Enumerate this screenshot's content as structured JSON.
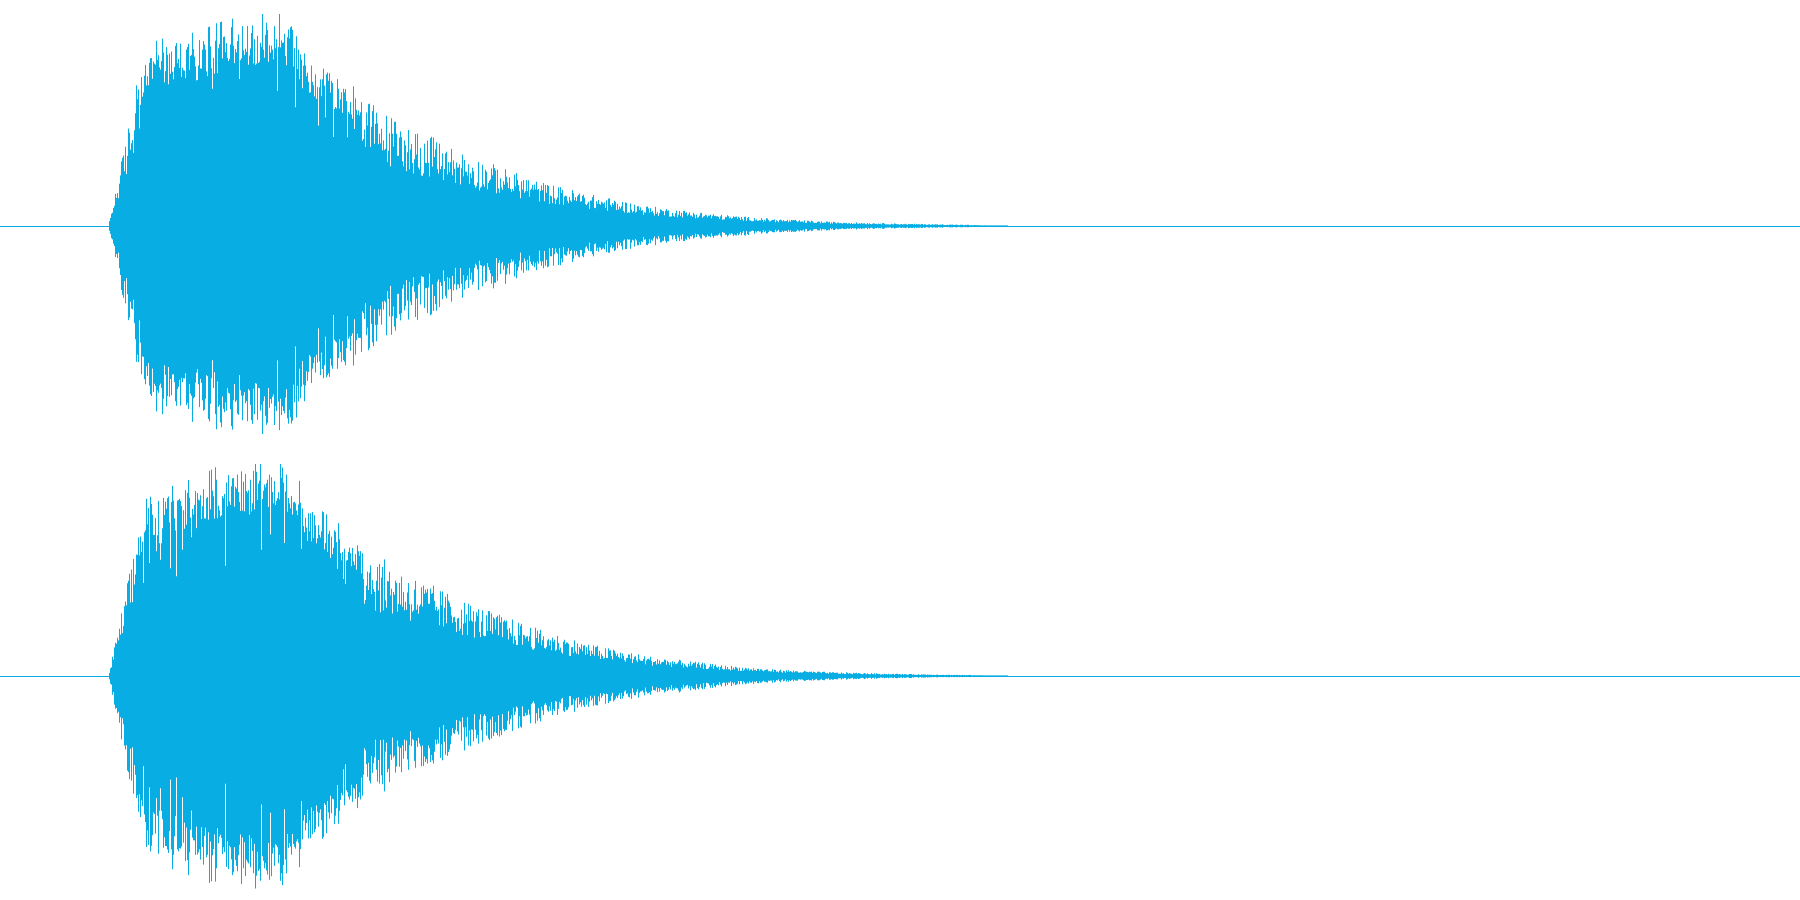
{
  "colors": {
    "waveform": "#08ade3",
    "background": "#ffffff"
  },
  "chart_data": {
    "type": "area",
    "subtype": "stereo-audio-waveform",
    "title": "",
    "xlabel": "",
    "ylabel": "",
    "xlim": [
      0,
      1
    ],
    "ylim": [
      -1,
      1
    ],
    "grid": false,
    "legend": "none",
    "series": [
      {
        "channel": 1,
        "x": [
          0.0,
          0.04,
          0.053,
          0.06,
          0.08,
          0.09,
          0.1,
          0.11,
          0.12,
          0.15,
          0.16,
          0.165,
          0.17,
          0.19,
          0.21,
          0.23,
          0.25,
          0.27,
          0.3,
          0.33,
          0.36,
          0.4,
          0.43,
          0.46,
          0.5,
          0.53,
          0.545,
          0.56,
          0.6,
          1.0
        ],
        "peak": [
          0.0,
          0.0,
          0.0,
          0.0,
          0.82,
          0.85,
          0.87,
          0.88,
          0.92,
          0.99,
          0.99,
          0.9,
          0.8,
          0.68,
          0.53,
          0.44,
          0.36,
          0.29,
          0.2,
          0.14,
          0.09,
          0.052,
          0.032,
          0.02,
          0.011,
          0.007,
          0.004,
          0.0,
          0.0,
          0.0
        ]
      },
      {
        "channel": 2,
        "x": [
          0.0,
          0.04,
          0.053,
          0.06,
          0.08,
          0.09,
          0.1,
          0.11,
          0.12,
          0.15,
          0.16,
          0.165,
          0.17,
          0.19,
          0.21,
          0.23,
          0.25,
          0.27,
          0.3,
          0.33,
          0.36,
          0.4,
          0.43,
          0.46,
          0.5,
          0.53,
          0.545,
          0.56,
          0.6,
          1.0
        ],
        "peak": [
          0.0,
          0.0,
          0.0,
          0.0,
          0.8,
          0.84,
          0.88,
          0.9,
          0.95,
          0.99,
          0.99,
          0.91,
          0.8,
          0.68,
          0.54,
          0.45,
          0.37,
          0.3,
          0.21,
          0.14,
          0.09,
          0.05,
          0.03,
          0.018,
          0.01,
          0.006,
          0.004,
          0.0,
          0.0,
          0.0
        ]
      }
    ]
  }
}
